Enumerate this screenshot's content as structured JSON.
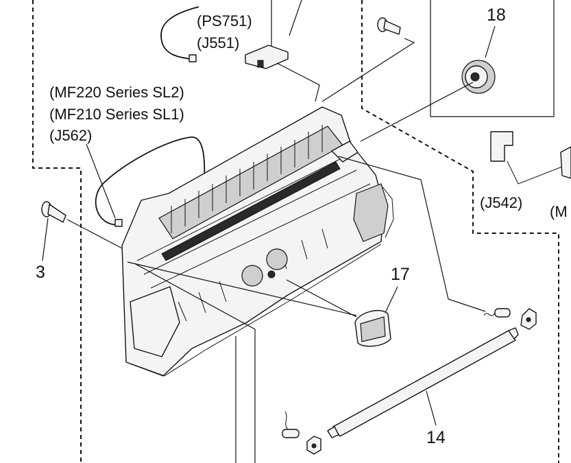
{
  "labels": {
    "ps751": "(PS751)",
    "j551": "(J551)",
    "mf220": "(MF220 Series SL2)",
    "mf210": "(MF210 Series SL1)",
    "j562": "(J562)",
    "j542": "(J542)",
    "m_cut": "(M"
  },
  "callouts": {
    "screw": "3",
    "roller": "14",
    "pickup_roller": "17",
    "gear": "18"
  }
}
